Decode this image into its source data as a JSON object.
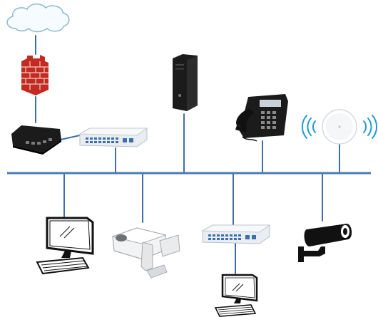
{
  "diagram": {
    "colors": {
      "bus": "#4a7bb5",
      "link": "#3f6fa6",
      "cloud_fill": "#f5fbff",
      "cloud_stroke": "#8fb7d3",
      "brick": "#c22b22",
      "mortar": "#f1c9c3",
      "device_black": "#1b1b1b",
      "switch_body": "#e9edf1",
      "port_blue": "#3a6fb0",
      "wifi": "#1f9ad6"
    },
    "nodes": [
      {
        "id": "cloud",
        "icon": "cloud-icon"
      },
      {
        "id": "firewall",
        "icon": "firewall-icon"
      },
      {
        "id": "router",
        "icon": "router-icon"
      },
      {
        "id": "core-switch",
        "icon": "network-switch-icon"
      },
      {
        "id": "desktop-tower",
        "icon": "desktop-tower-icon"
      },
      {
        "id": "ip-phone",
        "icon": "desk-phone-icon"
      },
      {
        "id": "wireless-ap",
        "icon": "wireless-access-point-icon"
      },
      {
        "id": "workstation",
        "icon": "computer-monitor-keyboard-icon"
      },
      {
        "id": "projector",
        "icon": "projector-icon"
      },
      {
        "id": "access-switch",
        "icon": "network-switch-icon"
      },
      {
        "id": "security-camera",
        "icon": "security-camera-icon"
      },
      {
        "id": "workstation-2",
        "icon": "computer-monitor-keyboard-icon"
      }
    ]
  }
}
